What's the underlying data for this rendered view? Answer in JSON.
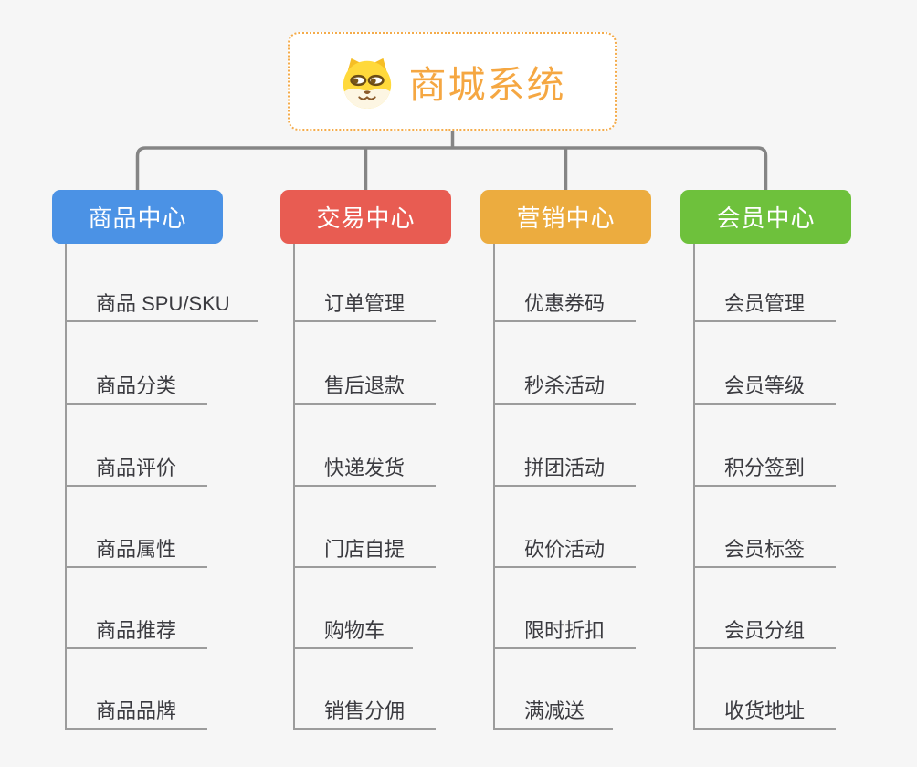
{
  "page": {
    "background_color": "#F6F6F6",
    "connector_color": "#858585",
    "leaf_line_color": "#9C9C9C"
  },
  "root": {
    "title": "商城系统",
    "icon": "dog-face-icon",
    "title_color": "#F5A742",
    "border_color": "#F4AB4A"
  },
  "branches": [
    {
      "label": "商品中心",
      "color": "#4B92E5",
      "children": [
        "商品 SPU/SKU",
        "商品分类",
        "商品评价",
        "商品属性",
        "商品推荐",
        "商品品牌"
      ]
    },
    {
      "label": "交易中心",
      "color": "#E85C52",
      "children": [
        "订单管理",
        "售后退款",
        "快递发货",
        "门店自提",
        "购物车",
        "销售分佣"
      ]
    },
    {
      "label": "营销中心",
      "color": "#ECAC3F",
      "children": [
        "优惠券码",
        "秒杀活动",
        "拼团活动",
        "砍价活动",
        "限时折扣",
        "满减送"
      ]
    },
    {
      "label": "会员中心",
      "color": "#6EC13C",
      "children": [
        "会员管理",
        "会员等级",
        "积分签到",
        "会员标签",
        "会员分组",
        "收货地址"
      ]
    }
  ]
}
